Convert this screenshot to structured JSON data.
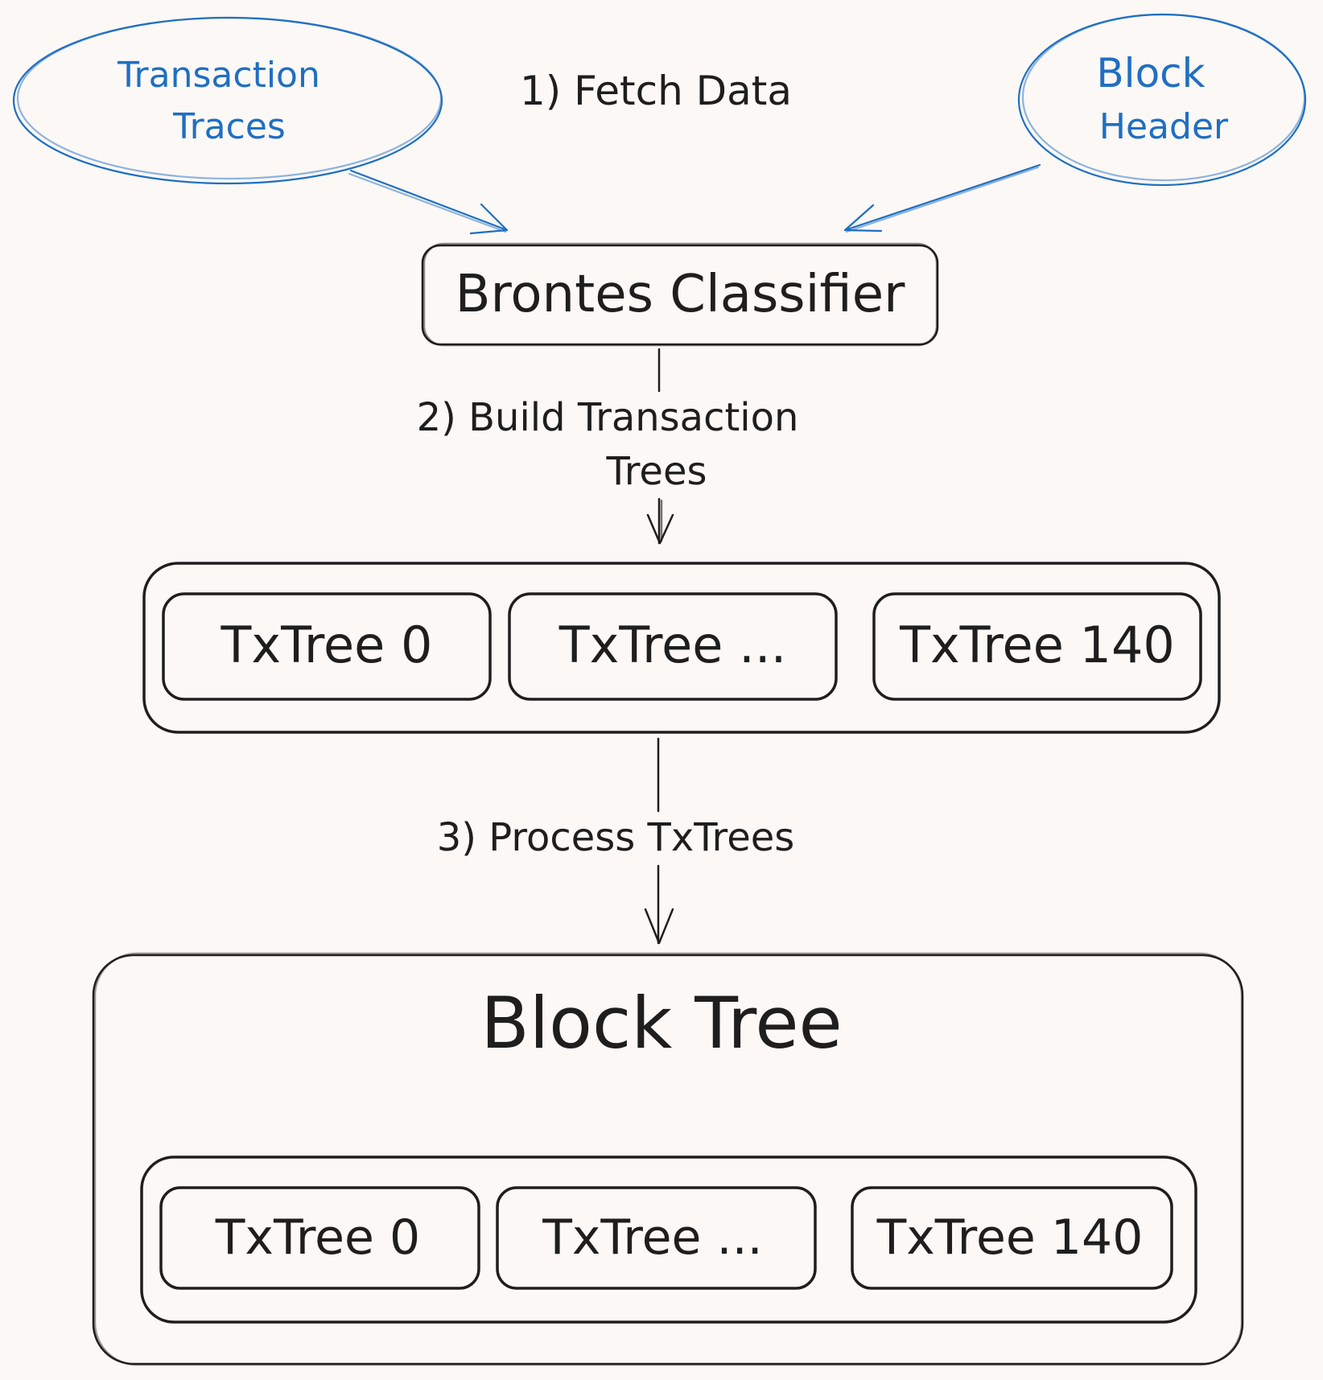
{
  "sources": {
    "transaction_traces": [
      "Transaction",
      "Traces"
    ],
    "block_header": [
      "Block",
      "Header"
    ]
  },
  "steps": {
    "fetch": "1) Fetch Data",
    "build": [
      "2) Build Transaction",
      "Trees"
    ],
    "process": "3) Process TxTrees"
  },
  "classifier": "Brontes Classifier",
  "tx_trees_row": [
    "TxTree 0",
    "TxTree ...",
    "TxTree 140"
  ],
  "block_tree": {
    "title": "Block Tree",
    "trees": [
      "TxTree 0",
      "TxTree ...",
      "TxTree 140"
    ]
  },
  "colors": {
    "ink": "#1e1e1e",
    "accent_blue": "#1f6fc2",
    "background": "#fcf8f6"
  }
}
